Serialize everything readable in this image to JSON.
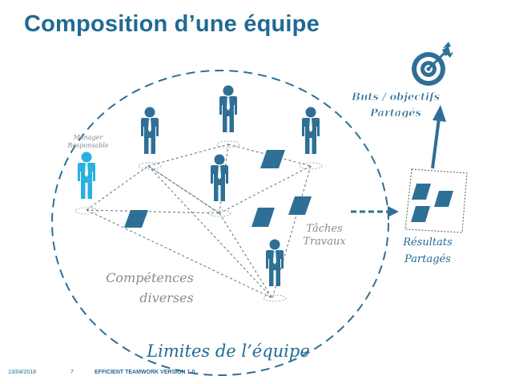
{
  "slide": {
    "title": "Composition d’une équipe",
    "labels": {
      "manager": [
        "Manager",
        "Responsable"
      ],
      "buts": [
        "Buts / objectifs",
        "Partagés"
      ],
      "taches": [
        "Tâches",
        "Travaux"
      ],
      "resultats": [
        "Résultats",
        "Partagés"
      ],
      "competences": [
        "Compétences",
        "diverses"
      ],
      "limites": "Limites de l’équipe"
    },
    "footer": {
      "date": "13/04/2018",
      "page": "7",
      "text": "EFFICIENT TEAMWORK VERSION 1.0"
    }
  },
  "colors": {
    "dark_blue": "#2e6f96",
    "manager_blue": "#2ab0e0",
    "title_blue": "#1f6a93",
    "label_gray": "#8a8a8a"
  },
  "icons": [
    "person-icon",
    "target-icon",
    "arrow-up-icon",
    "dashed-arrow-icon",
    "task-parallelogram-icon"
  ]
}
